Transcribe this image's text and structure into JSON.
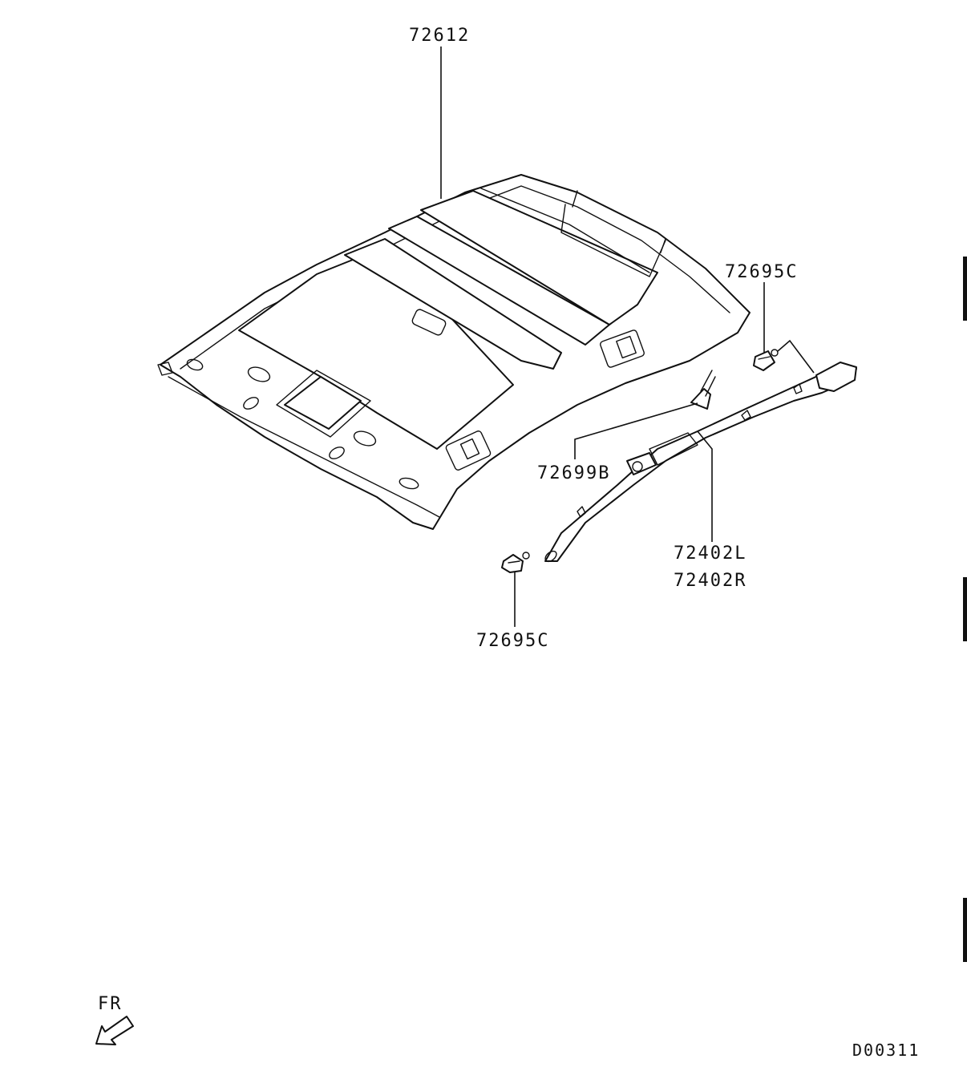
{
  "diagram": {
    "parts": {
      "headlining": "72612",
      "clip_upper_right": "72695C",
      "clip_lower_left": "72695C",
      "clip_center": "72699B",
      "garnish_left": "72402L",
      "garnish_right": "72402R"
    },
    "direction_label": "FR",
    "figure_code": "D00311"
  }
}
